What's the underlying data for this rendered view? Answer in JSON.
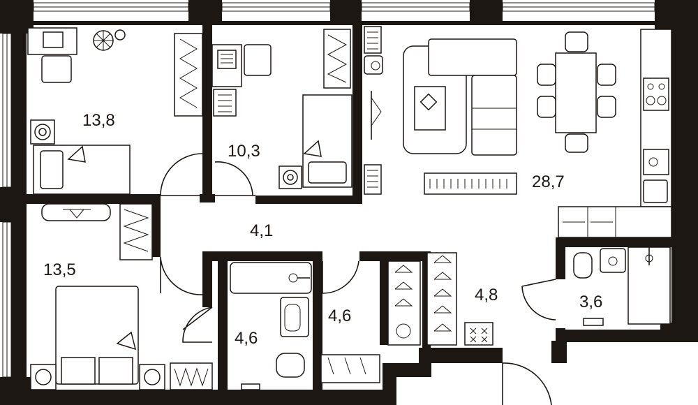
{
  "rooms": [
    {
      "id": "bedroom-top-left",
      "area": "13,8"
    },
    {
      "id": "bedroom-top-middle",
      "area": "10,3"
    },
    {
      "id": "living-kitchen",
      "area": "28,7"
    },
    {
      "id": "hallway",
      "area": "4,1"
    },
    {
      "id": "bedroom-bottom-left",
      "area": "13,5"
    },
    {
      "id": "bathroom-main",
      "area": "4,6"
    },
    {
      "id": "wardrobe-small",
      "area": "4,6"
    },
    {
      "id": "entrance-hall",
      "area": "4,8"
    },
    {
      "id": "bathroom-small",
      "area": "3,6"
    }
  ],
  "colors": {
    "wall": "#1d1713",
    "background": "#ffffff"
  },
  "icons": [
    "door-swing-icon",
    "bed-icon",
    "sofa-icon",
    "dining-table-icon",
    "kitchen-counter-icon",
    "bathtub-icon",
    "toilet-icon",
    "sink-icon",
    "shower-icon",
    "wardrobe-icon",
    "desk-icon",
    "plant-icon",
    "washing-machine-icon",
    "radiator-icon"
  ]
}
